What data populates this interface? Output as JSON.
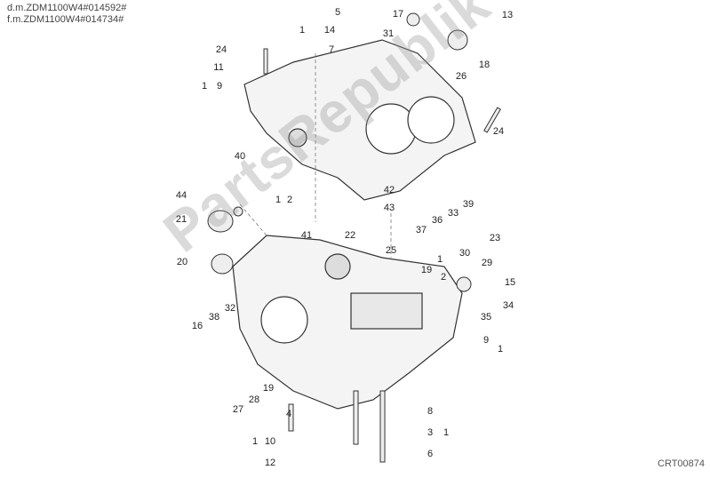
{
  "header": {
    "line1": "d.m.ZDM1100W4#014592#",
    "line2": "f.m.ZDM1100W4#014734#"
  },
  "diagram_code": "CRT00874",
  "watermark": "PartsRepublik",
  "callouts": [
    "5",
    "14",
    "7",
    "1",
    "17",
    "13",
    "31",
    "18",
    "26",
    "24",
    "11",
    "9",
    "1",
    "24",
    "40",
    "44",
    "21",
    "20",
    "1",
    "2",
    "41",
    "22",
    "42",
    "43",
    "25",
    "37",
    "36",
    "33",
    "39",
    "23",
    "30",
    "29",
    "1",
    "2",
    "19",
    "15",
    "34",
    "35",
    "32",
    "38",
    "16",
    "9",
    "1",
    "19",
    "28",
    "27",
    "8",
    "3",
    "1",
    "6",
    "4",
    "10",
    "12",
    "1"
  ]
}
